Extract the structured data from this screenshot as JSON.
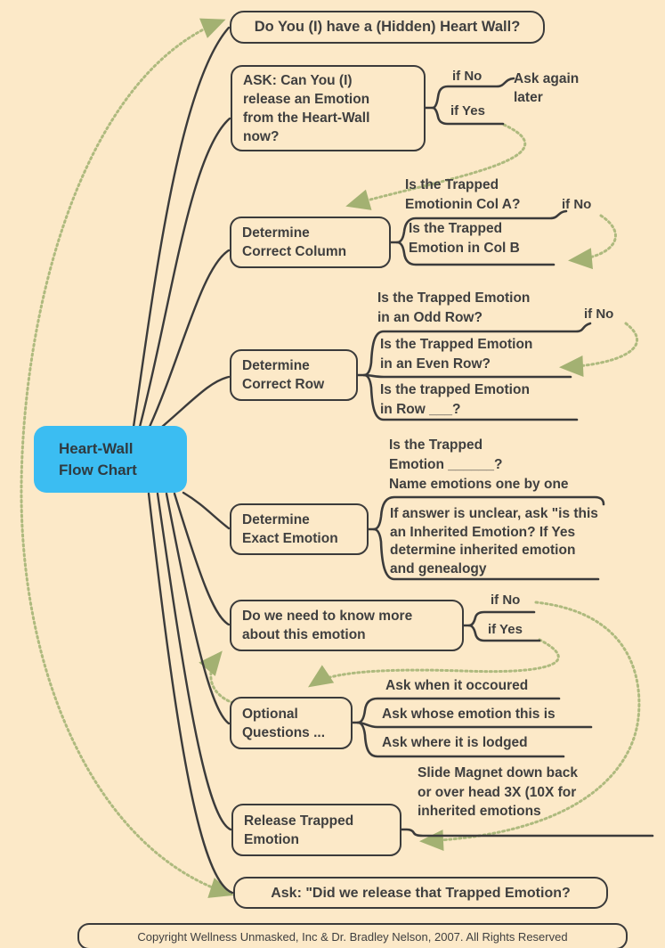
{
  "palette": {
    "background": "#fce9c8",
    "line_color": "#3b3b3b",
    "text_color": "#3f3f3f",
    "central_topic_blue": "#3bbdf2",
    "relationship_green": "#aeba7e"
  },
  "center": {
    "label": "Heart-Wall\nFlow Chart"
  },
  "topics": {
    "top_question": "Do You (I) have a (Hidden) Heart Wall?",
    "ask_release": "ASK: Can You (I)\nrelease an Emotion\nfrom the Heart-Wall\nnow?",
    "ask_if_no": "if No",
    "ask_again": "Ask again\nlater",
    "ask_if_yes": "if Yes",
    "det_column": "Determine\nCorrect Column",
    "col_a": "Is the Trapped\nEmotionin Col A?",
    "col_a_if_no": "if No",
    "col_b": "Is the Trapped\nEmotion in Col B",
    "det_row": "Determine\nCorrect Row",
    "odd_row": "Is the Trapped Emotion\nin an Odd Row?",
    "odd_if_no": "if No",
    "even_row": "Is the Trapped Emotion\nin an Even Row?",
    "row_blank": "Is the trapped Emotion\nin Row ___?",
    "det_exact": "Determine\nExact Emotion",
    "exact_q": "Is the Trapped\nEmotion ______?\nName emotions one by one",
    "unclear": "If answer is unclear, ask \"is this\nan Inherited Emotion? If Yes\ndetermine inherited emotion\nand genealogy",
    "need_more": "Do we need to know more\nabout this emotion",
    "need_if_no": "if No",
    "need_if_yes": "if Yes",
    "optional": "Optional\nQuestions ...",
    "opt_when": "Ask when it occoured",
    "opt_whose": "Ask whose emotion this is",
    "opt_where": "Ask where it is lodged",
    "release": "Release Trapped\nEmotion",
    "slide_magnet": "Slide Magnet down back\nor over head 3X (10X for\ninherited emotions",
    "ask_released": "Ask: \"Did we release that Trapped Emotion?",
    "copyright": "Copyright Wellness Unmasked, Inc & Dr. Bradley Nelson, 2007. All Rights Reserved"
  }
}
